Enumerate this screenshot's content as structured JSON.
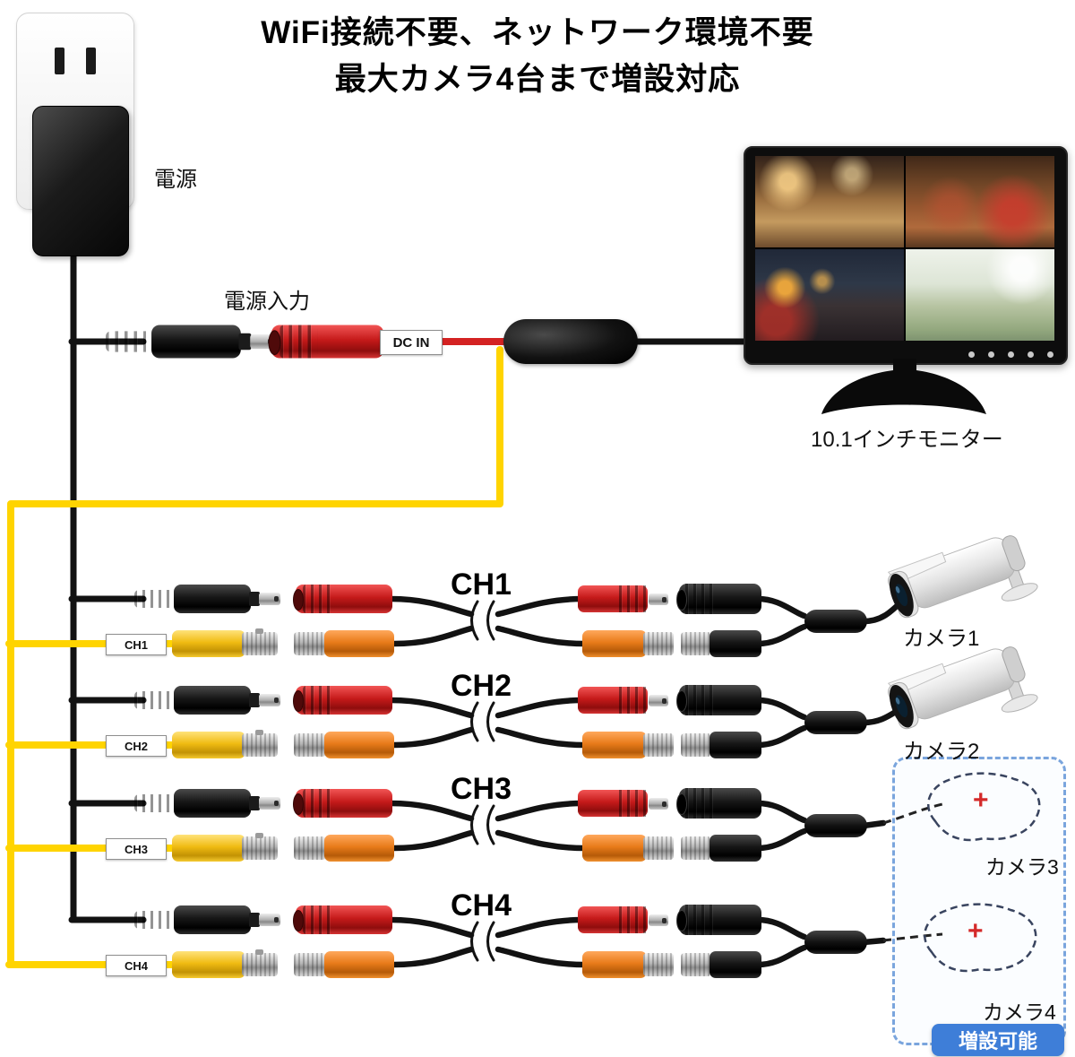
{
  "title": {
    "line1": "WiFi接続不要、ネットワーク環境不要",
    "line2": "最大カメラ4台まで増設対応"
  },
  "labels": {
    "power": "電源",
    "power_input": "電源入力",
    "dc_in": "DC IN",
    "monitor": "10.1インチモニター"
  },
  "channels": [
    {
      "label": "CH1"
    },
    {
      "label": "CH2"
    },
    {
      "label": "CH3"
    },
    {
      "label": "CH4"
    }
  ],
  "cameras": [
    {
      "label": "カメラ1",
      "installed": true
    },
    {
      "label": "カメラ2",
      "installed": true
    },
    {
      "label": "カメラ3",
      "installed": false
    },
    {
      "label": "カメラ4",
      "installed": false
    }
  ],
  "expansion": {
    "badge": "増設可能",
    "plus_mark": "+"
  },
  "colors": {
    "video_cable": "#ffd400",
    "power_cable": "#121212",
    "dc_red": "#d42222",
    "bnc_orange": "#f08020",
    "bnc_yellow": "#f2c21a",
    "expansion_blue": "#3e7ed8"
  }
}
